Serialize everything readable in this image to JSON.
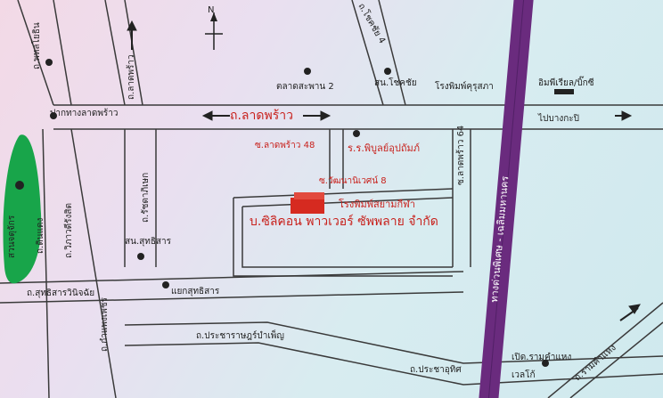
{
  "map": {
    "north": "N",
    "roads": {
      "ladprao_main": "ถ.ลาดพร้าว",
      "ladprao_left": "ถ.ลาดพร้าว",
      "vibhavadi": "ถ.วิภาวดีรังสิต",
      "ratchadaphisek": "ถ.รัชดาภิเษก",
      "sukhumvit": "ถ.สุทธิสารวินิจฉัย",
      "pracharat": "ถ.ประชาราษฎร์บำเพ็ญ",
      "prachautit": "ถ.ประชาอุทิศ",
      "ram_khamhaeng": "ถ.รามคำแหง",
      "phahon": "ถ.พหลโยธิน",
      "soi4": "ถ.โชคชัย 4",
      "soi64": "ซ.ลาดพร้าว 64",
      "expressway": "ทางด่วนพิเศษ - เฉลิมมหานคร",
      "din_daeng": "ถ.ดินแดง",
      "kamphaeng": "ถ.กำแพงเพชร"
    },
    "labels": {
      "ladprao_junction": "ปากทางลาดพร้าว",
      "ladprao_48": "ซ.ลาดพร้าว 48",
      "school": "ร.ร.พิบูลย์อุปถัมภ์",
      "watthana": "ซ.วัฒนานิเวศน์ 8",
      "press_siam": "โรงพิมพ์สยามกีฬา",
      "company": "บ.ซิลิคอน พาวเวอร์ ซัพพลาย จำกัด",
      "market": "ตลาดสะพาน 2",
      "police": "สน.โชคชัย",
      "press_kurusapha": "โรงพิมพ์คุรุสภา",
      "imperial": "อิมพีเรียล/บิ๊กซี",
      "to_bangkapi": "ไปบางกะปิ",
      "police_sutthi": "สน.สุทธิสาร",
      "sutthisan_junction": "แยกสุทธิสาร",
      "park": "สวนจตุจักร",
      "bkk_ram": "เปิด.รามคำแหง",
      "welco": "เวลโก้"
    },
    "colors": {
      "expressway": "#6a2b7e",
      "park": "#18a54a",
      "company": "#d62a20",
      "label_red": "#c8211c"
    }
  }
}
